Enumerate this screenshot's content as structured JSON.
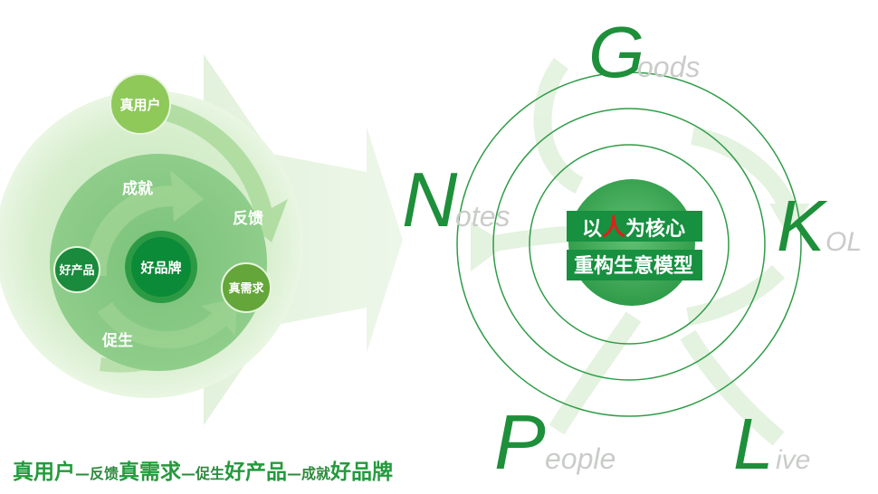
{
  "left_diagram": {
    "center": "好品牌",
    "nodes": {
      "top": "真用户",
      "right": "真需求",
      "left": "好产品"
    },
    "flow_labels": {
      "achieve": "成就",
      "feedback": "反馈",
      "promote": "促生"
    }
  },
  "right_diagram": {
    "core_line1_a": "以",
    "core_line1_highlight": "人",
    "core_line1_b": "为核心",
    "core_line2": "重构生意模型",
    "letters": [
      {
        "key": "G",
        "rest": "oods"
      },
      {
        "key": "N",
        "rest": "otes"
      },
      {
        "key": "K",
        "rest": "OL"
      },
      {
        "key": "P",
        "rest": "eople"
      },
      {
        "key": "L",
        "rest": "ive"
      }
    ]
  },
  "tagline": {
    "p1_big": "真用户",
    "dash1": "—",
    "p2_small": "反馈",
    "p2_big": "真需求",
    "dash2": "—",
    "p3_small": "促生",
    "p3_big": "好产品",
    "dash3": "—",
    "p4_small": "成就",
    "p4_big": "好品牌"
  },
  "colors": {
    "dark_green": "#1e8f3a",
    "light_green": "#8fcf6a",
    "mid_green": "#4fae5a",
    "ring_green": "#2f9c46",
    "highlight_red": "#e0201a"
  }
}
